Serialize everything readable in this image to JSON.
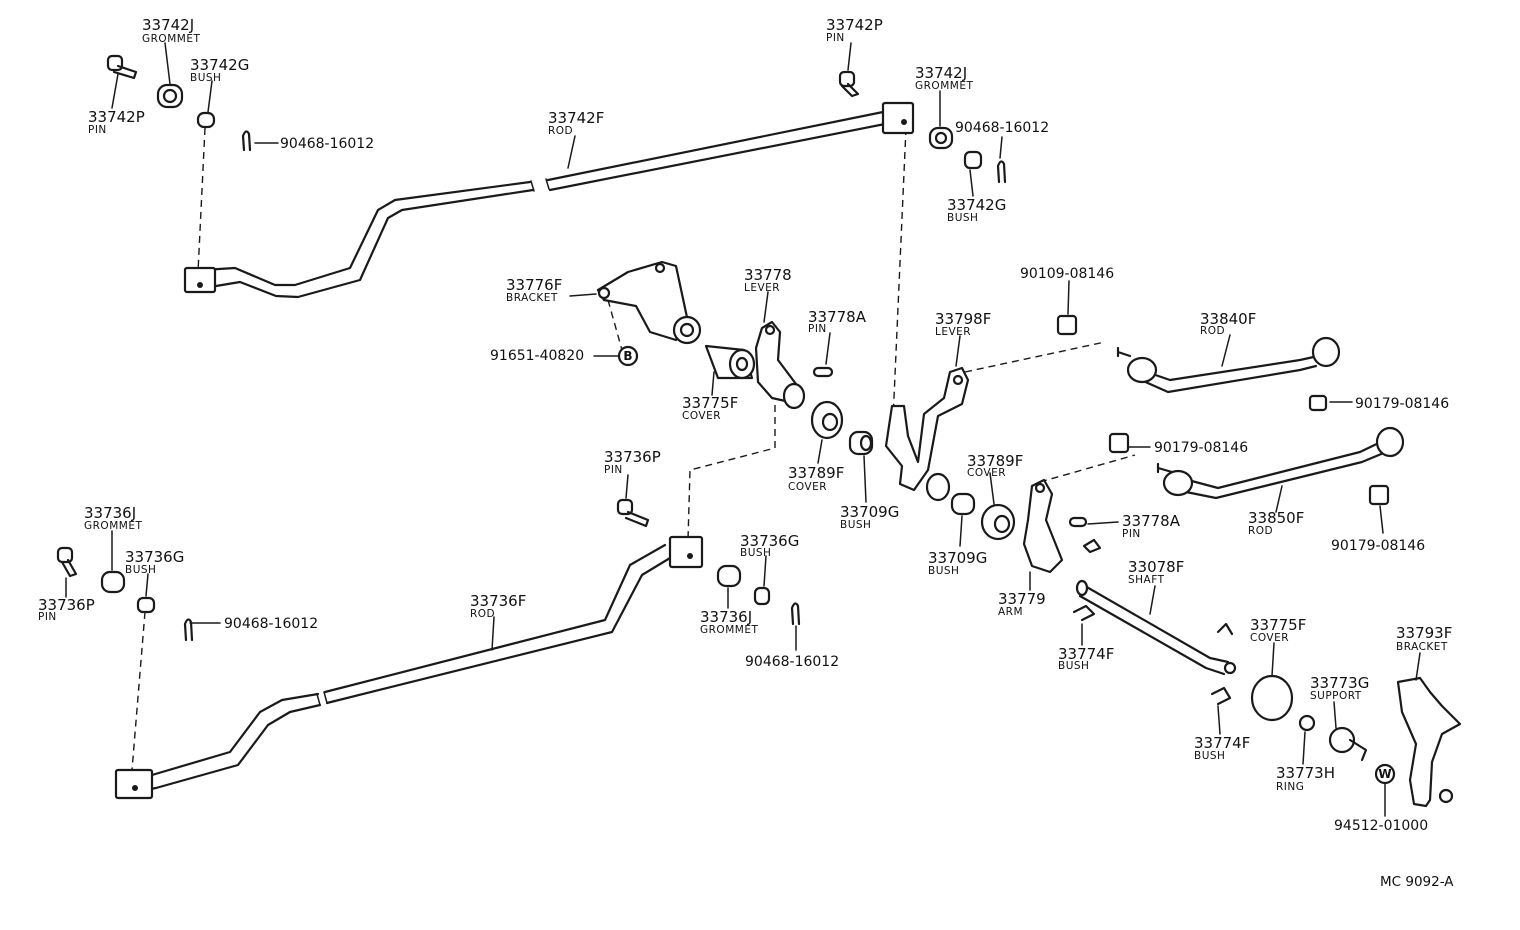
{
  "diagram_ref": "MC 9092-A",
  "callouts": {
    "c01": {
      "num": "33742J",
      "name": "GROMMET"
    },
    "c02": {
      "num": "33742G",
      "name": "BUSH"
    },
    "c03": {
      "num": "33742P",
      "name": "PIN"
    },
    "c04": {
      "code": "90468-16012"
    },
    "c05": {
      "num": "33742P",
      "name": "PIN"
    },
    "c06": {
      "num": "33742F",
      "name": "ROD"
    },
    "c07": {
      "num": "33742J",
      "name": "GROMMET"
    },
    "c08": {
      "code": "90468-16012"
    },
    "c09": {
      "num": "33742G",
      "name": "BUSH"
    },
    "c10": {
      "num": "33776F",
      "name": "BRACKET"
    },
    "c11": {
      "num": "33778",
      "name": "LEVER"
    },
    "c12": {
      "num": "33778A",
      "name": "PIN"
    },
    "c13": {
      "num": "33798F",
      "name": "LEVER"
    },
    "c14": {
      "code": "90109-08146"
    },
    "c15": {
      "num": "33840F",
      "name": "ROD"
    },
    "c16": {
      "code": "91651-40820",
      "mark": "B"
    },
    "c17": {
      "num": "33775F",
      "name": "COVER"
    },
    "c18": {
      "code": "90179-08146"
    },
    "c19": {
      "num": "33789F",
      "name": "COVER"
    },
    "c20": {
      "code": "90179-08146"
    },
    "c21": {
      "num": "33709G",
      "name": "BUSH"
    },
    "c22": {
      "num": "33789F",
      "name": "COVER"
    },
    "c23": {
      "num": "33736P",
      "name": "PIN"
    },
    "c24": {
      "num": "33850F",
      "name": "ROD"
    },
    "c25": {
      "code": "90179-08146"
    },
    "c26": {
      "num": "33736J",
      "name": "GROMMET"
    },
    "c27": {
      "num": "33736G",
      "name": "BUSH"
    },
    "c28": {
      "num": "33709G",
      "name": "BUSH"
    },
    "c29": {
      "num": "33778A",
      "name": "PIN"
    },
    "c30": {
      "num": "33736G",
      "name": "BUSH"
    },
    "c31": {
      "num": "33736P",
      "name": "PIN"
    },
    "c32": {
      "num": "33078F",
      "name": "SHAFT"
    },
    "c33": {
      "num": "33736F",
      "name": "ROD"
    },
    "c34": {
      "code": "90468-16012"
    },
    "c35": {
      "num": "33736J",
      "name": "GROMMET"
    },
    "c36": {
      "num": "33779",
      "name": "ARM"
    },
    "c37": {
      "code": "90468-16012"
    },
    "c38": {
      "num": "33774F",
      "name": "BUSH"
    },
    "c39": {
      "num": "33775F",
      "name": "COVER"
    },
    "c40": {
      "num": "33793F",
      "name": "BRACKET"
    },
    "c41": {
      "num": "33773G",
      "name": "SUPPORT"
    },
    "c42": {
      "num": "33774F",
      "name": "BUSH"
    },
    "c43": {
      "num": "33773H",
      "name": "RING"
    },
    "c44": {
      "code": "94512-01000",
      "mark": "W"
    }
  }
}
